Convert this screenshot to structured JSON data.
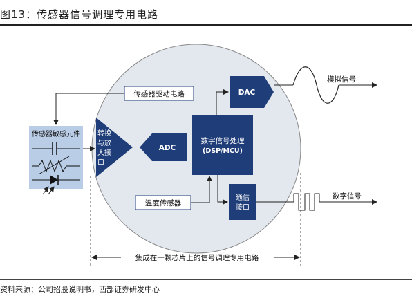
{
  "header": {
    "title": "图13：传感器信号调理专用电路"
  },
  "footer": {
    "source": "资料来源：公司招股说明书，西部证券研发中心"
  },
  "diagram": {
    "sensor_element": "传感器敏感元件",
    "sensor_drive": "传感器驱动电路",
    "amplifier": [
      "转换",
      "与放",
      "大接",
      "口"
    ],
    "adc": "ADC",
    "dsp": [
      "数字信号处理",
      "(DSP/MCU)"
    ],
    "dac": "DAC",
    "analog_signal": "模拟信号",
    "comm_interface": [
      "通信",
      "接口"
    ],
    "digital_signal": "数字信号",
    "temp_sensor": "温度传感器",
    "chip_caption": "集成在一颗芯片上的信号调理专用电路"
  },
  "colors": {
    "circle_fill": "#e3e8ef",
    "block_fill": "#1f3d78",
    "sensor_fill": "#b9cde6",
    "line": "#222222"
  }
}
